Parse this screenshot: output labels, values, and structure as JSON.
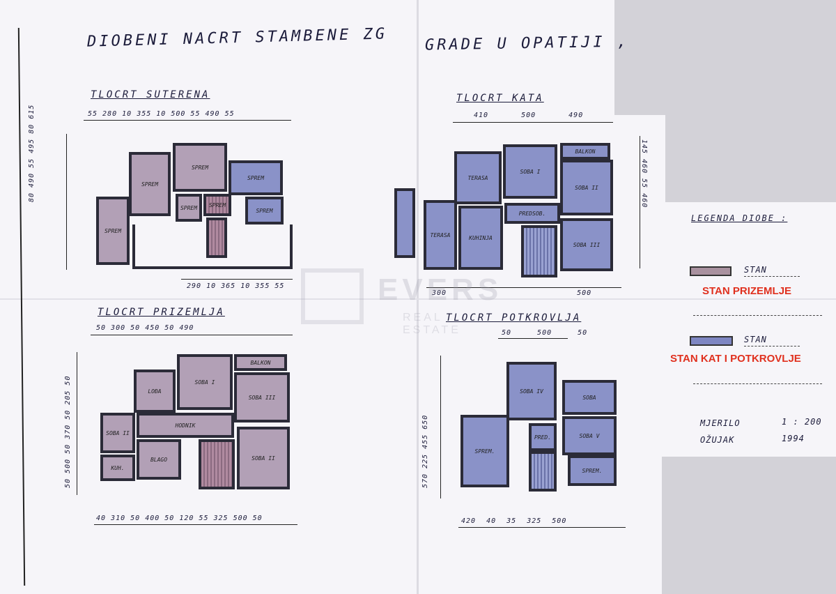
{
  "title": {
    "left": "DIOBENI  NACRT  STAMBENE  ZG",
    "right": "GRADE  U  OPATIJI ,"
  },
  "plans": {
    "basement": {
      "heading": "TLOCRT  SUTERENA",
      "dims_top": "55  280  10  355  10  500  55  490  55",
      "dims_bottom": "290  10  365  10  355  55",
      "dims_left": "80  490  55  495  80  615",
      "rooms": [
        "SPREM",
        "SPREM",
        "SPREM",
        "SPREM",
        "SPREM",
        "SPREM",
        "SPREM"
      ]
    },
    "ground": {
      "heading": "TLOCRT  PRIZEMLJA",
      "dims_top": "50  300  50  450  50  490",
      "dims_bottom": "40  310  50  400  50  120  55  325  500  50",
      "dims_left": "50  500  50  370  50  205  50",
      "rooms": [
        "LOĐA",
        "SOBA I",
        "BALKON",
        "SOBA III",
        "SOBA II",
        "HODNIK",
        "KUH.",
        "BLAGO",
        "SOBA II"
      ]
    },
    "floor": {
      "heading": "TLOCRT  KATA",
      "dims_top": "410  500  490",
      "dims_bottom": "300  500",
      "dims_right": "145  460  55  460",
      "rooms": [
        "TERASA",
        "SOBA I",
        "BALKON",
        "SOBA II",
        "TERASA",
        "KUHINJA",
        "PREDSOB.",
        "SOBA III"
      ]
    },
    "attic": {
      "heading": "TLOCRT  POTKROVLJA",
      "dims_top": "50  500  50",
      "dims_bottom": "420  40 35  325  500",
      "dims_left": "570  225  455  650",
      "rooms": [
        "SOBA IV",
        "SOBA",
        "SPREM.",
        "PRED.",
        "SOBA V",
        "SPREM."
      ]
    }
  },
  "legend": {
    "title": "LEGENDA  DIOBE :",
    "items": [
      {
        "hand": "STAN",
        "label": "STAN PRIZEMLJE",
        "color": "#a9919f"
      },
      {
        "hand": "STAN",
        "label": "STAN KAT I POTKROVLJE",
        "color": "#7e86c2"
      }
    ],
    "scale_label": "MJERILO",
    "scale_value": "1 : 200",
    "date_label": "OŽUJAK",
    "date_value": "1994"
  },
  "watermark": {
    "brand": "EVERS",
    "sub": "REAL ESTATE"
  },
  "colors": {
    "accent_red": "#e0301e",
    "mauve": "#b2a0b6",
    "blue": "#8a92c8"
  }
}
